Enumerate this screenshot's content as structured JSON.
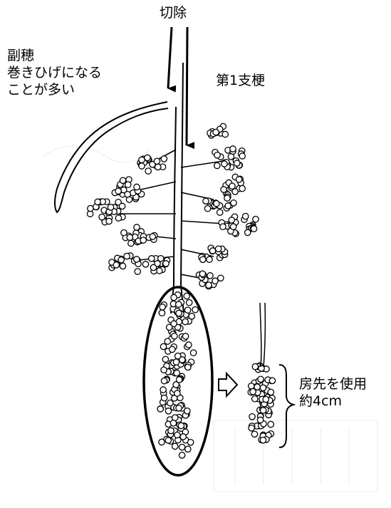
{
  "labels": {
    "cut": "切除",
    "sub_ear": [
      "副穂",
      "巻きひげになる",
      "ことが多い"
    ],
    "first_branch": "第1支梗",
    "tip_use": [
      "房先を使用",
      "約4cm"
    ]
  }
}
